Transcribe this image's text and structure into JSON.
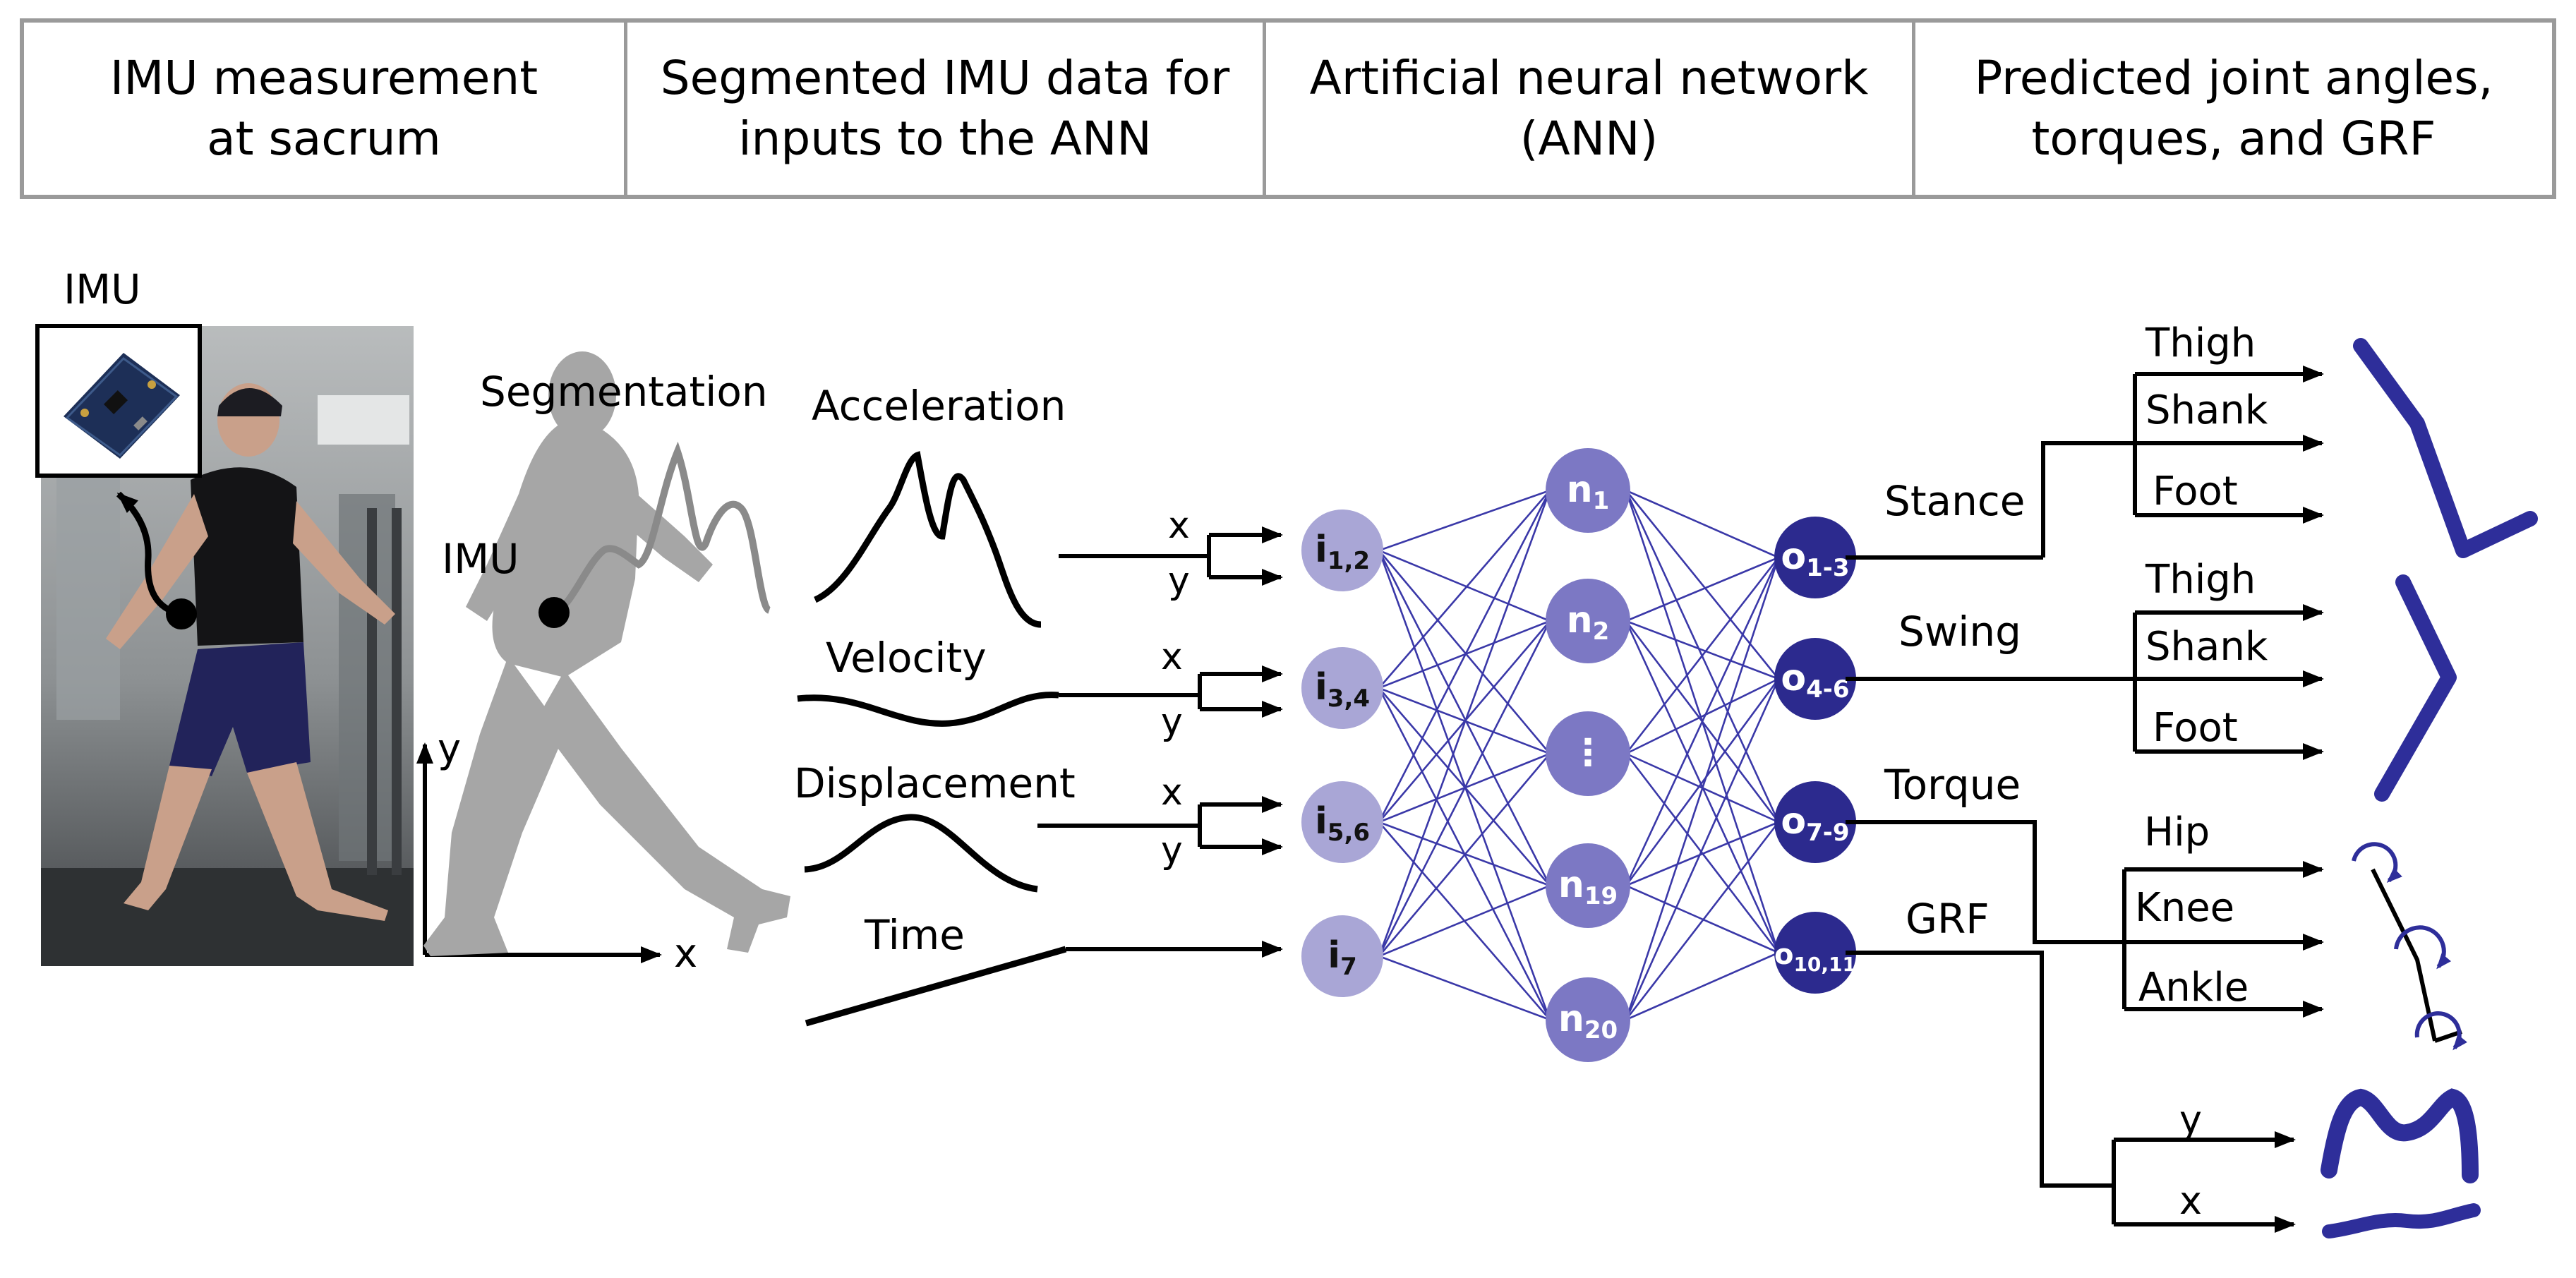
{
  "header": {
    "columns": [
      {
        "label": "IMU measurement\nat sacrum"
      },
      {
        "label": "Segmented IMU data for\ninputs to the ANN"
      },
      {
        "label": "Artificial neural network\n(ANN)"
      },
      {
        "label": "Predicted joint angles,\ntorques, and GRF"
      }
    ]
  },
  "photo": {
    "imu_label": "IMU"
  },
  "segmentation": {
    "title": "Segmentation",
    "imu_label": "IMU",
    "axis_y": "y",
    "axis_x": "x"
  },
  "signals": {
    "acceleration": "Acceleration",
    "velocity": "Velocity",
    "displacement": "Displacement",
    "time": "Time",
    "x": "x",
    "y": "y"
  },
  "network": {
    "inputs": [
      {
        "main": "i",
        "sub": "1,2"
      },
      {
        "main": "i",
        "sub": "3,4"
      },
      {
        "main": "i",
        "sub": "5,6"
      },
      {
        "main": "i",
        "sub": "7"
      }
    ],
    "hidden": [
      {
        "main": "n",
        "sub": "1"
      },
      {
        "main": "n",
        "sub": "2"
      },
      {
        "main": "⋮",
        "sub": ""
      },
      {
        "main": "n",
        "sub": "19"
      },
      {
        "main": "n",
        "sub": "20"
      }
    ],
    "outputs": [
      {
        "main": "o",
        "sub": "1-3"
      },
      {
        "main": "o",
        "sub": "4-6"
      },
      {
        "main": "o",
        "sub": "7-9"
      },
      {
        "main": "o",
        "sub": "10,11"
      }
    ],
    "colors": {
      "input": "#a9a6d6",
      "hidden": "#7c78c4",
      "output": "#2c2a8e",
      "edge": "#3a38a8"
    }
  },
  "outputs": {
    "stance": "Stance",
    "swing": "Swing",
    "torque": "Torque",
    "grf": "GRF",
    "stance_parts": [
      "Thigh",
      "Shank",
      "Foot"
    ],
    "swing_parts": [
      "Thigh",
      "Shank",
      "Foot"
    ],
    "torque_parts": [
      "Hip",
      "Knee",
      "Ankle"
    ],
    "grf_parts": [
      "y",
      "x"
    ]
  },
  "colors": {
    "accent_blue": "#2e2e9a",
    "silhouette": "#a6a6a6"
  }
}
